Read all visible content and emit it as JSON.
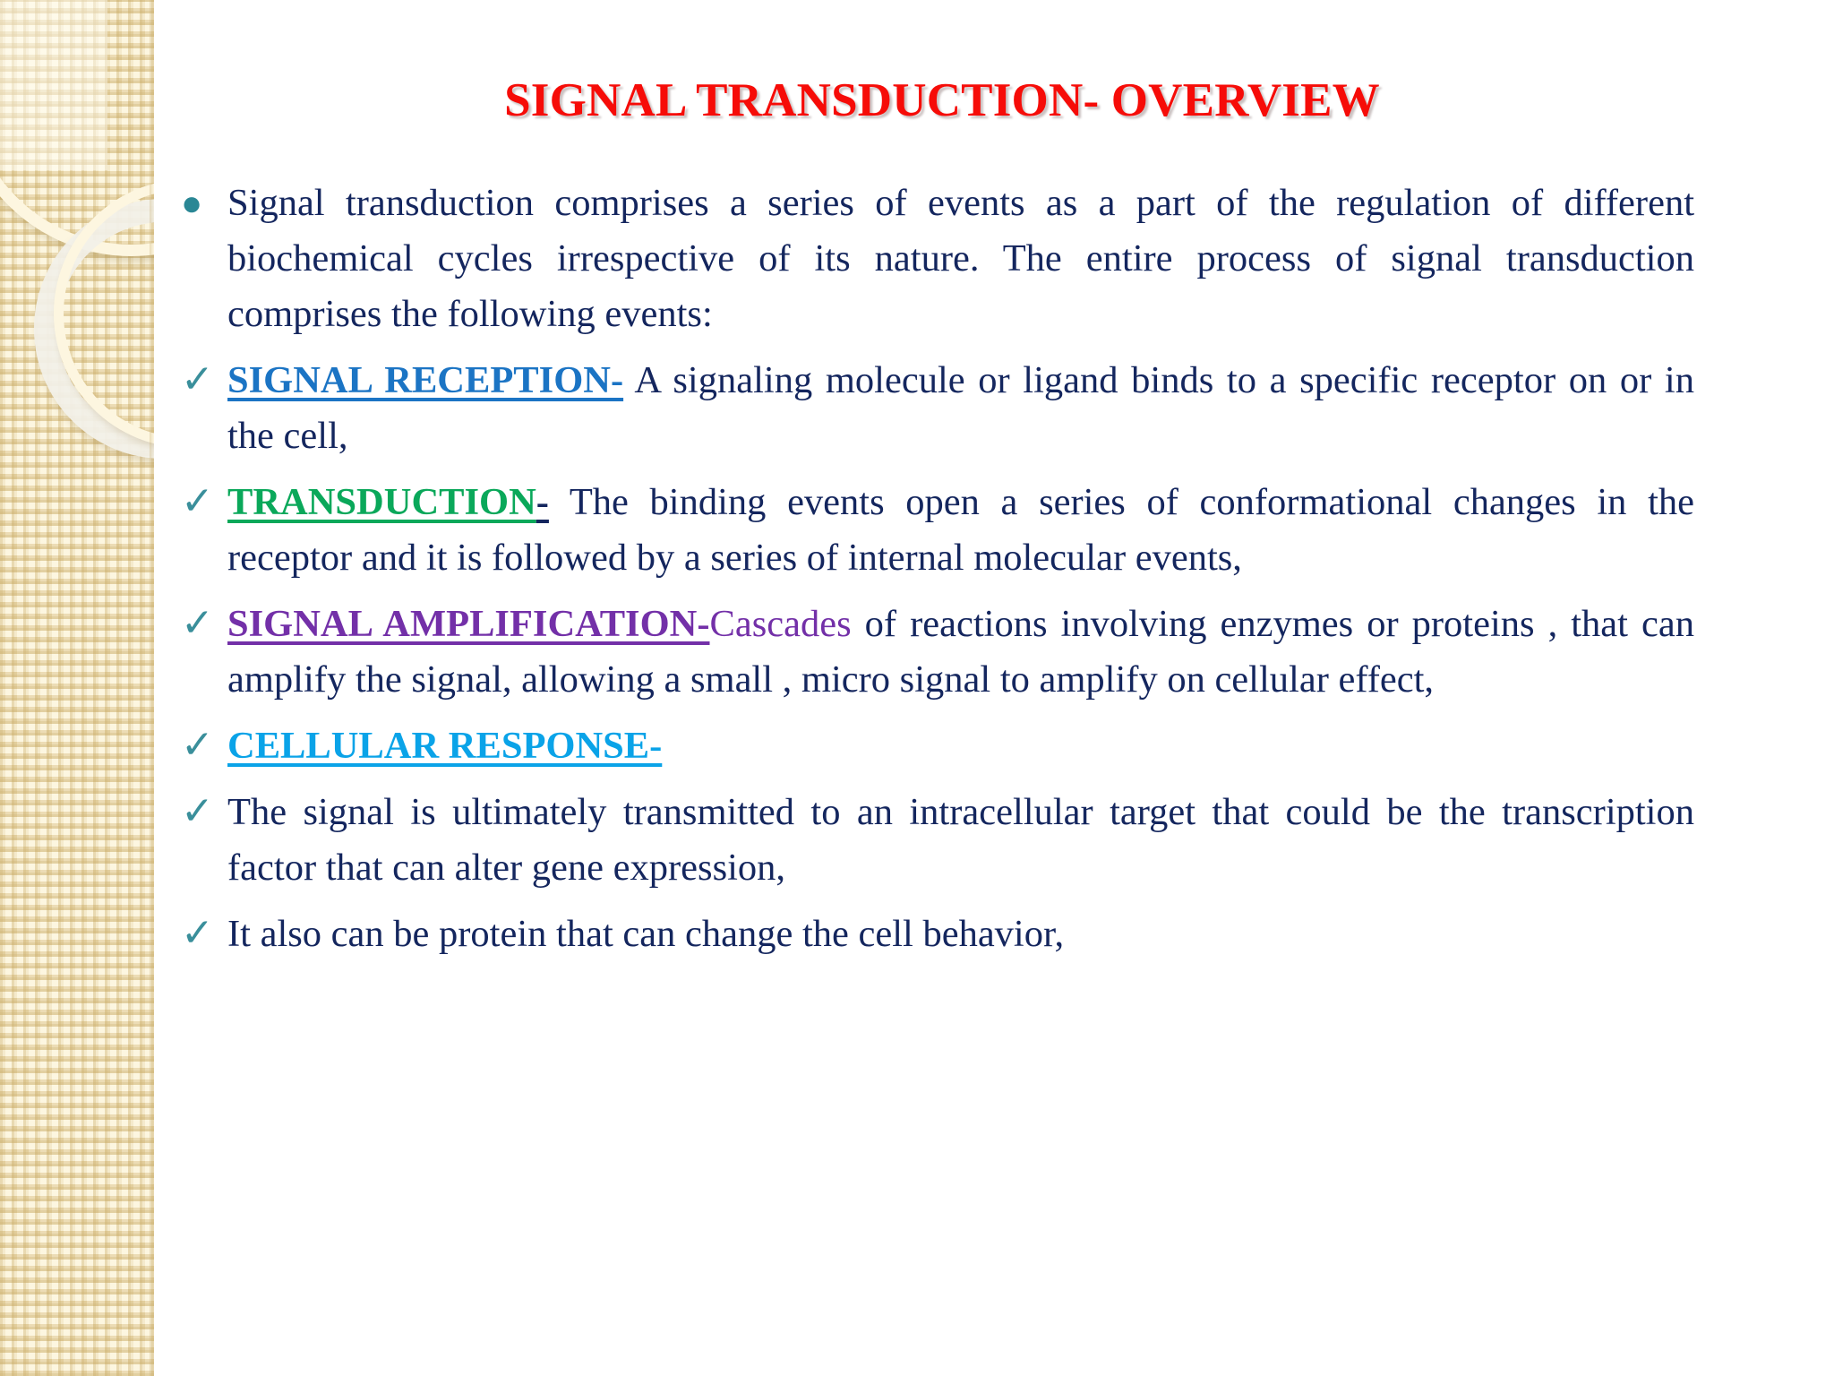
{
  "slide": {
    "title": "SIGNAL TRANSDUCTION- OVERVIEW",
    "title_color": "#f60c08",
    "body_color": "#14265e",
    "sidebar_color": "#f3e7c2",
    "check_color": "#3a8f9b"
  },
  "bullets": [
    {
      "marker": "bullet-dot",
      "marker_glyph": "●",
      "text": "Signal transduction comprises a series of events as a part of the regulation of different biochemical cycles irrespective of its nature. The entire process of signal transduction comprises the following events:"
    },
    {
      "marker": "check-mark",
      "marker_glyph": "✓",
      "keyword": "SIGNAL RECEPTION-",
      "keyword_color": "#1b74c4",
      "text": " A signaling molecule or ligand binds to a specific receptor on or in the cell,"
    },
    {
      "marker": "check-mark",
      "marker_glyph": "✓",
      "keyword": "TRANSDUCTION",
      "keyword_color": "#0aa85a",
      "keyword_suffix": "-",
      "keyword_suffix_color": "#14265e",
      "text": " The binding events open a series of conformational changes in the receptor and it is followed by a series of internal molecular events,"
    },
    {
      "marker": "check-mark",
      "marker_glyph": "✓",
      "keyword": "SIGNAL    AMPLIFICATION-",
      "keyword_color": "#7330a8",
      "keyword_plain": "Cascades",
      "keyword_plain_color": "#7330a8",
      "text": " of reactions involving enzymes or proteins , that can amplify the signal, allowing a small , micro signal to amplify on cellular effect,"
    },
    {
      "marker": "check-mark",
      "marker_glyph": "✓",
      "keyword": "CELLULAR RESPONSE-",
      "keyword_color": "#0aa3e8",
      "text": ""
    },
    {
      "marker": "check-mark",
      "marker_glyph": "✓",
      "text": "The signal is ultimately transmitted to an intracellular target that could be the transcription factor that can alter gene expression,"
    },
    {
      "marker": "check-mark",
      "marker_glyph": "✓",
      "text": "It also can be protein that can change the cell behavior,"
    }
  ]
}
